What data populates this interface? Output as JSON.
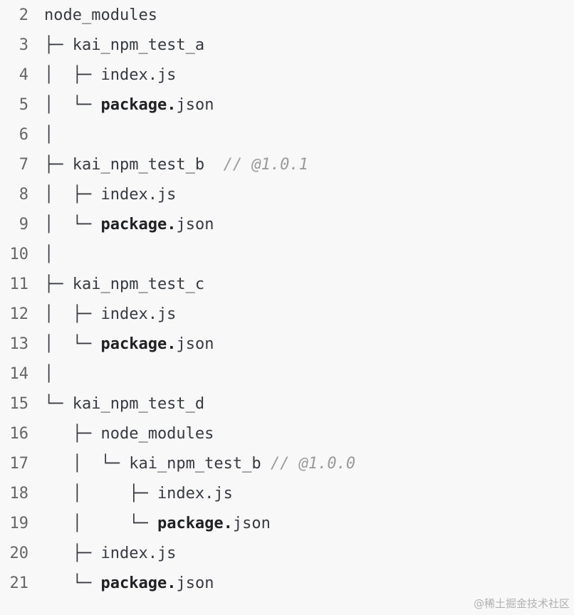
{
  "code": {
    "lines": [
      {
        "num": "2",
        "pre": "node_modules",
        "bold": "",
        "post": "",
        "comment": ""
      },
      {
        "num": "3",
        "pre": "├─ kai_npm_test_a",
        "bold": "",
        "post": "",
        "comment": ""
      },
      {
        "num": "4",
        "pre": "│  ├─ index.js",
        "bold": "",
        "post": "",
        "comment": ""
      },
      {
        "num": "5",
        "pre": "│  └─ ",
        "bold": "package.",
        "post": "json",
        "comment": ""
      },
      {
        "num": "6",
        "pre": "│",
        "bold": "",
        "post": "",
        "comment": ""
      },
      {
        "num": "7",
        "pre": "├─ kai_npm_test_b  ",
        "bold": "",
        "post": "",
        "comment": "// @1.0.1"
      },
      {
        "num": "8",
        "pre": "│  ├─ index.js",
        "bold": "",
        "post": "",
        "comment": ""
      },
      {
        "num": "9",
        "pre": "│  └─ ",
        "bold": "package.",
        "post": "json",
        "comment": ""
      },
      {
        "num": "10",
        "pre": "│",
        "bold": "",
        "post": "",
        "comment": ""
      },
      {
        "num": "11",
        "pre": "├─ kai_npm_test_c",
        "bold": "",
        "post": "",
        "comment": ""
      },
      {
        "num": "12",
        "pre": "│  ├─ index.js",
        "bold": "",
        "post": "",
        "comment": ""
      },
      {
        "num": "13",
        "pre": "│  └─ ",
        "bold": "package.",
        "post": "json",
        "comment": ""
      },
      {
        "num": "14",
        "pre": "│",
        "bold": "",
        "post": "",
        "comment": ""
      },
      {
        "num": "15",
        "pre": "└─ kai_npm_test_d",
        "bold": "",
        "post": "",
        "comment": ""
      },
      {
        "num": "16",
        "pre": "   ├─ node_modules",
        "bold": "",
        "post": "",
        "comment": ""
      },
      {
        "num": "17",
        "pre": "   │  └─ kai_npm_test_b ",
        "bold": "",
        "post": "",
        "comment": "// @1.0.0"
      },
      {
        "num": "18",
        "pre": "   │     ├─ index.js",
        "bold": "",
        "post": "",
        "comment": ""
      },
      {
        "num": "19",
        "pre": "   │     └─ ",
        "bold": "package.",
        "post": "json",
        "comment": ""
      },
      {
        "num": "20",
        "pre": "   ├─ index.js",
        "bold": "",
        "post": "",
        "comment": ""
      },
      {
        "num": "21",
        "pre": "   └─ ",
        "bold": "package.",
        "post": "json",
        "comment": ""
      }
    ]
  },
  "watermark": "@稀土掘金技术社区"
}
